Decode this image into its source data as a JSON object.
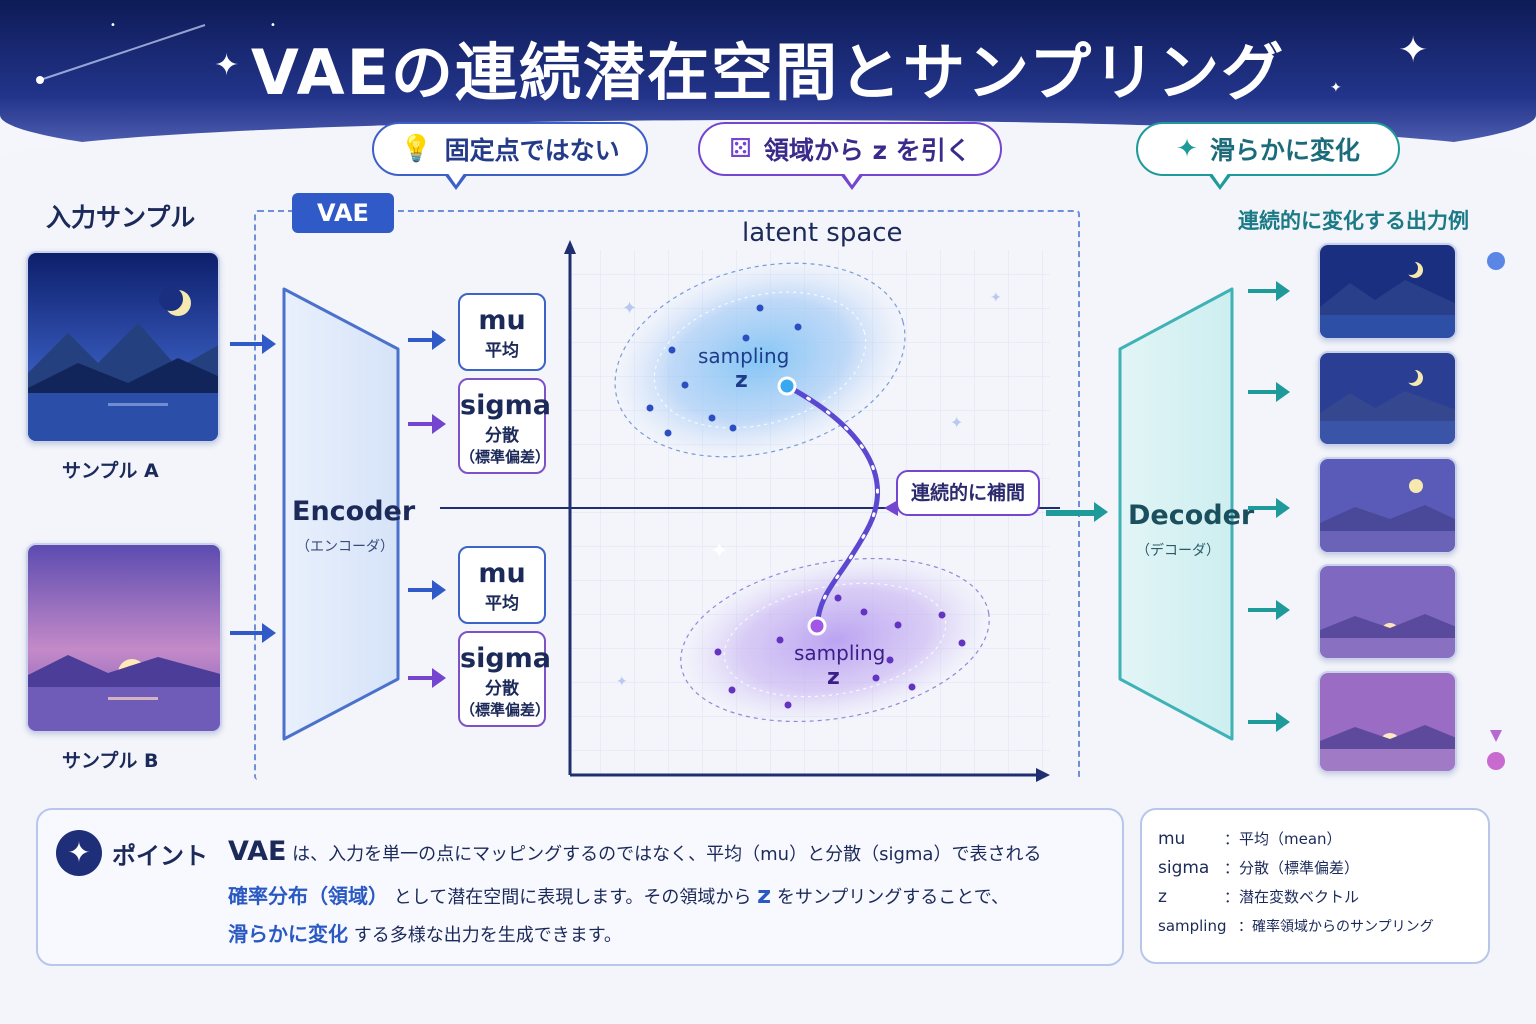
{
  "title": "VAEの連続潜在空間とサンプリング",
  "bubbles": {
    "not_fixed": {
      "text": "固定点ではない",
      "icon": "lightbulb-icon"
    },
    "sample_z": {
      "text": "領域から z を引く",
      "icon": "dice-icon"
    },
    "smooth": {
      "text": "滑らかに変化",
      "icon": "sparkle-icon"
    }
  },
  "input": {
    "heading": "入力サンプル",
    "sample_a": "サンプル A",
    "sample_b": "サンプル B"
  },
  "vae_tag": "VAE",
  "encoder": {
    "label": "Encoder",
    "sub": "（エンコーダ）"
  },
  "decoder": {
    "label": "Decoder",
    "sub": "（デコーダ）"
  },
  "branch_a": {
    "mu": "mu",
    "mu_sub": "平均",
    "sigma": "sigma",
    "sigma_sub": "分散",
    "sigma_sub2": "（標準偏差）"
  },
  "branch_b": {
    "mu": "mu",
    "mu_sub": "平均",
    "sigma": "sigma",
    "sigma_sub": "分散",
    "sigma_sub2": "（標準偏差）"
  },
  "latent": {
    "title": "latent space",
    "cluster_a_label": "sampling",
    "cluster_a_z": "z",
    "cluster_b_label": "sampling",
    "cluster_b_z": "z",
    "interp_label": "連続的に補間"
  },
  "outputs": {
    "heading": "連続的に変化する出力例",
    "count": 5
  },
  "point": {
    "label": "ポイント",
    "line1_a": "VAE",
    "line1_b": "は、入力を単一の点にマッピングするのではなく、平均（mu）と分散（sigma）で表される",
    "line2_a": "確率分布（領域）",
    "line2_b": "として潜在空間に表現します。その領域から",
    "line2_c": "z",
    "line2_d": "をサンプリングすることで、",
    "line3_a": "滑らかに変化",
    "line3_b": "する多様な出力を生成できます。"
  },
  "legend": [
    {
      "term": "mu",
      "desc": "：平均（mean）"
    },
    {
      "term": "sigma",
      "desc": "：分散（標準偏差）"
    },
    {
      "term": "z",
      "desc": "：潜在変数ベクトル"
    },
    {
      "term": "sampling",
      "desc": "：確率領域からのサンプリング"
    }
  ],
  "colors": {
    "blue": "#2f5ac7",
    "purple": "#7446d0",
    "teal": "#1e9a9a",
    "navy": "#0e1b57"
  }
}
